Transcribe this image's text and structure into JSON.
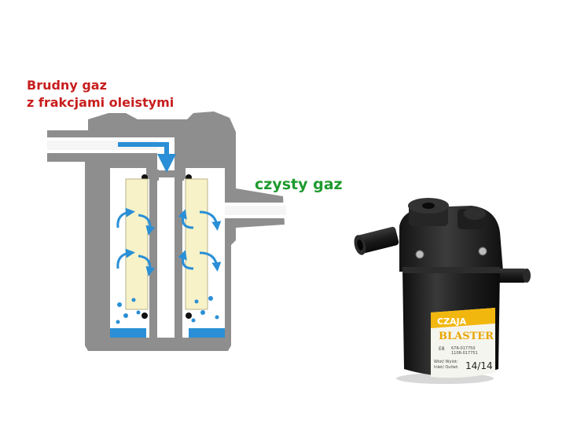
{
  "labels": {
    "dirty_gas_line1": "Brudny gaz",
    "dirty_gas_line2": "z frakcjami oleistymi",
    "clean_gas": "czysty gaz"
  },
  "product": {
    "brand": "CZAJA",
    "model": "BLASTER",
    "inlet_outlet_label1": "Wlot/ Wylot:",
    "inlet_outlet_label2": "Inlet/ Outlet:",
    "size": "14/14",
    "approval1": "67R-017750",
    "approval2": "110R-017751",
    "cert_mark": "E8"
  },
  "colors": {
    "dirty_text": "#c81e1e",
    "clean_text": "#1e9a2e",
    "housing_gray": "#8e8e8e",
    "flow_blue": "#2a8fd6",
    "filter_cream": "#f7f2c8",
    "body_black": "#1c1c1c",
    "label_yellow": "#f2b70f"
  }
}
